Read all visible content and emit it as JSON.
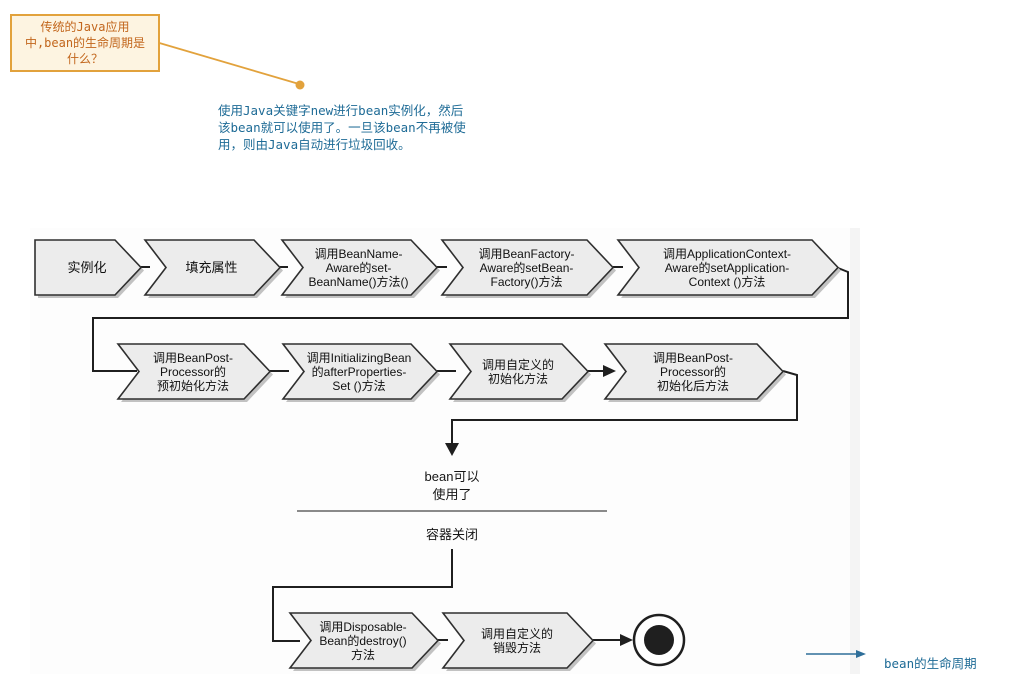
{
  "callout": {
    "text": "传统的Java应用\n中,bean的生命周期是\n什么？"
  },
  "note": {
    "text": "使用Java关键字new进行bean实例化，然后\n该bean就可以使用了。一旦该bean不再被使\n用，则由Java自动进行垃圾回收。"
  },
  "flow": {
    "row1": [
      {
        "label": "实例化"
      },
      {
        "label": "填充属性"
      },
      {
        "label": "调用BeanName-\nAware的set-\nBeanName()方法()"
      },
      {
        "label": "调用BeanFactory-\nAware的setBean-\nFactory()方法"
      },
      {
        "label": "调用ApplicationContext-\nAware的setApplication-\nContext ()方法"
      }
    ],
    "row2": [
      {
        "label": "调用BeanPost-\nProcessor的\n预初始化方法"
      },
      {
        "label": "调用InitializingBean\n的afterProperties-\nSet ()方法"
      },
      {
        "label": "调用自定义的\n初始化方法"
      },
      {
        "label": "调用BeanPost-\nProcessor的\n初始化后方法"
      }
    ],
    "row3": [
      {
        "label": "调用Disposable-\nBean的destroy()\n方法"
      },
      {
        "label": "调用自定义的\n销毁方法"
      }
    ],
    "bean_ready": "bean可以\n使用了",
    "container_closed": "容器关闭"
  },
  "caption": {
    "label": "bean的生命周期"
  },
  "colors": {
    "accent_orange": "#e2a23c",
    "callout_bg": "#fdf4e1",
    "callout_text": "#c2661c",
    "note_blue": "#1e6b96",
    "caption_blue": "#2e6e99",
    "chevron_fill": "#ececec",
    "chevron_stroke": "#2f2f2f",
    "line_black": "#1f1f1f"
  }
}
